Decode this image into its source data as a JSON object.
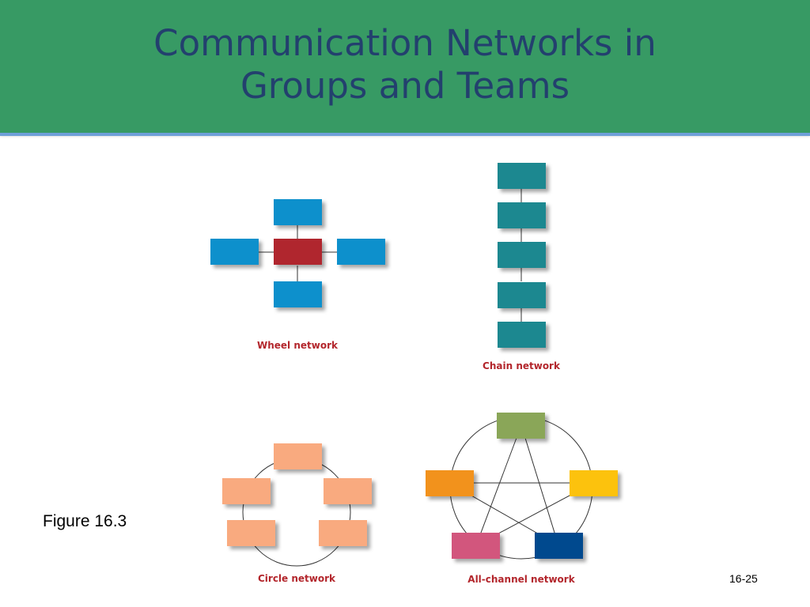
{
  "slide": {
    "title_line1": "Communication Networks in",
    "title_line2": "Groups and Teams",
    "figure_label": "Figure 16.3",
    "page_number": "16-25"
  },
  "networks": {
    "wheel": {
      "caption": "Wheel network",
      "caption_color": "#b3262c",
      "hub_color": "#b0272f",
      "node_color": "#0a90cc"
    },
    "chain": {
      "caption": "Chain network",
      "caption_color": "#b3262c",
      "node_color": "#1b8890"
    },
    "circle": {
      "caption": "Circle network",
      "caption_color": "#b3262c",
      "node_color": "#f9aa7f"
    },
    "all_channel": {
      "caption": "All-channel network",
      "caption_color": "#b3262c",
      "node_colors": [
        "#8aa659",
        "#fcc20c",
        "#00498e",
        "#d2567d",
        "#f2921f"
      ]
    }
  },
  "colors": {
    "header_bg": "#379a64",
    "title_text": "#23406e",
    "header_rule": "#6f9fd8"
  }
}
